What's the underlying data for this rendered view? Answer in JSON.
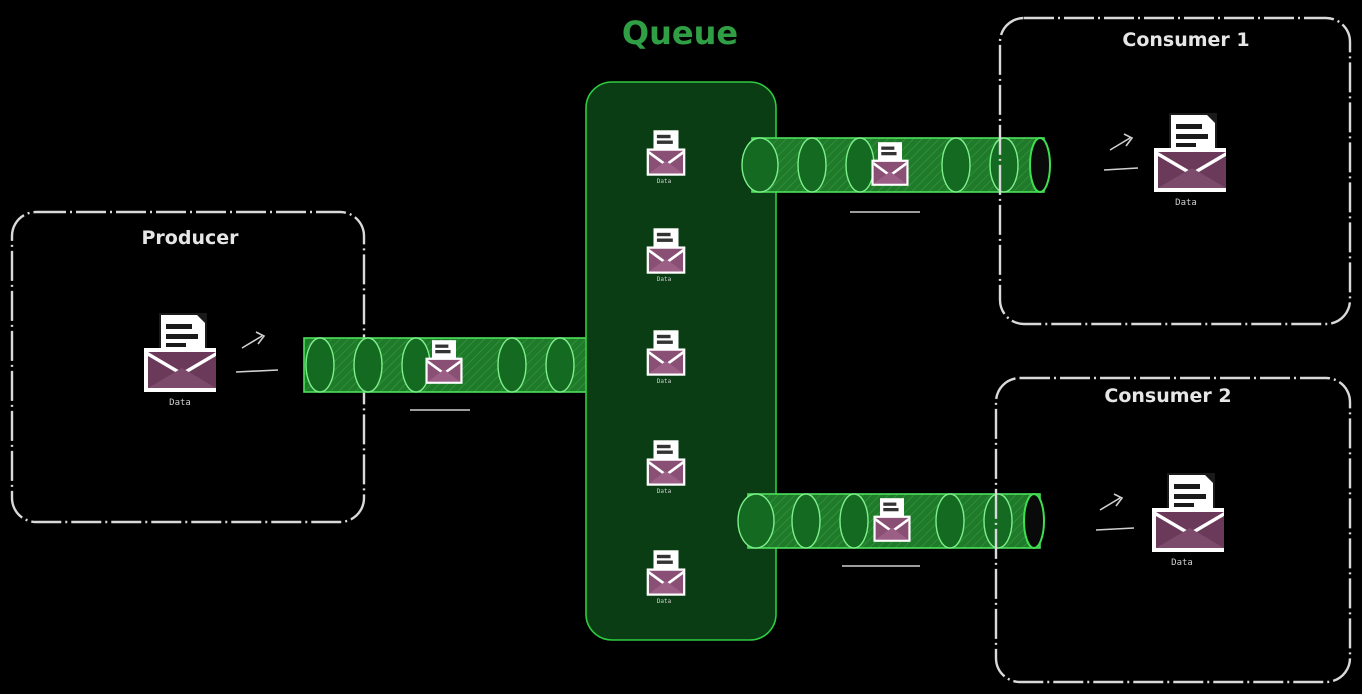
{
  "queue": {
    "title": "Queue",
    "item_caption": "Data",
    "message_count": 5
  },
  "producer": {
    "label": "Producer",
    "message_caption": "Data"
  },
  "consumers": [
    {
      "label": "Consumer 1",
      "message_caption": "Data"
    },
    {
      "label": "Consumer 2",
      "message_caption": "Data"
    }
  ],
  "pipes": [
    {
      "name": "producer-to-queue-pipe"
    },
    {
      "name": "queue-to-consumer-1-pipe"
    },
    {
      "name": "queue-to-consumer-2-pipe"
    }
  ],
  "colors": {
    "background": "#000000",
    "queue_fill": "#0b3d14",
    "queue_title": "#2f9e44",
    "pipe_green": "#1f7a2a",
    "envelope_body": "#6b3a5a",
    "box_stroke": "#d9d9d9"
  },
  "icons": [
    "envelope-icon",
    "document-icon"
  ]
}
